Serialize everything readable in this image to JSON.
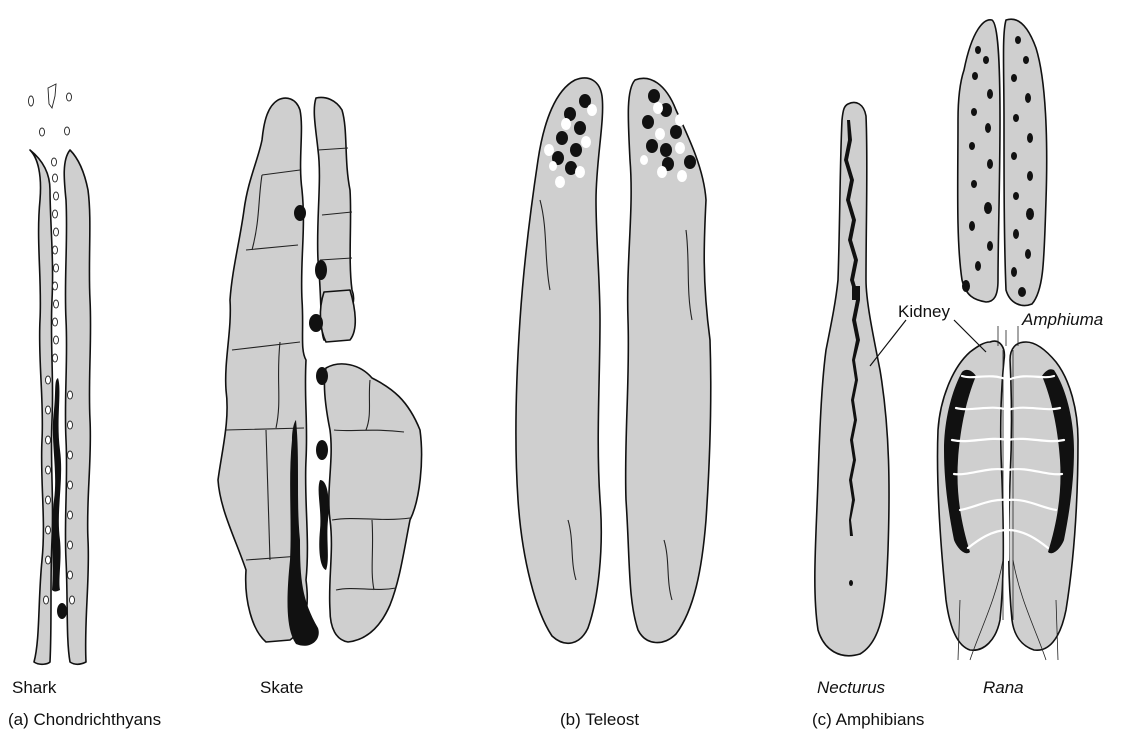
{
  "labels": {
    "shark": "Shark",
    "skate": "Skate",
    "group_a": "(a) Chondrichthyans",
    "group_b": "(b) Teleost",
    "necturus": "Necturus",
    "rana": "Rana",
    "group_c": "(c) Amphibians",
    "amphiuma": "Amphiuma",
    "kidney": "Kidney"
  },
  "colors": {
    "organ_fill": "#cfcfcf",
    "outline": "#111111",
    "tissue_black": "#111111",
    "tissue_white": "#ffffff",
    "background": "#ffffff"
  }
}
